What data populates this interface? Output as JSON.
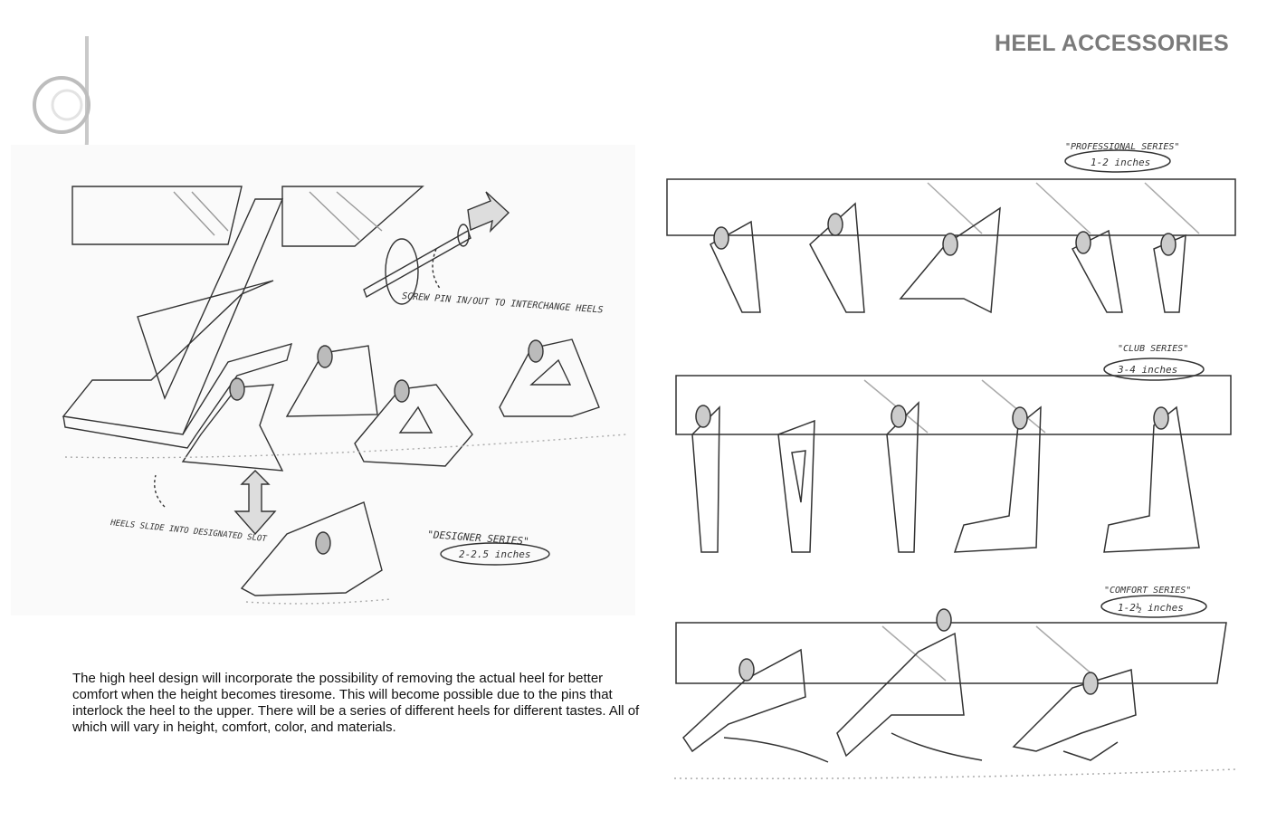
{
  "header": {
    "title": "HEEL ACCESSORIES"
  },
  "annotations": {
    "screw_pin": "SCREW PIN IN/OUT TO INTERCHANGE HEELS",
    "heels_slide": "HEELS SLIDE INTO DESIGNATED SLOT"
  },
  "series": [
    {
      "name": "\"DESIGNER SERIES\"",
      "height": "2-2.5 inches"
    },
    {
      "name": "\"PROFESSIONAL SERIES\"",
      "height": "1-2 inches"
    },
    {
      "name": "\"CLUB SERIES\"",
      "height": "3-4 inches"
    },
    {
      "name": "\"COMFORT SERIES\"",
      "height": "1-2½ inches"
    }
  ],
  "description": "The high heel design will incorporate the possibility of removing the actual heel for better comfort when the height becomes tiresome.  This will become possible due to the pins that interlock the heel to the upper.  There will be a series of different heels for different tastes.  All of which will vary in height, comfort, color, and materials."
}
